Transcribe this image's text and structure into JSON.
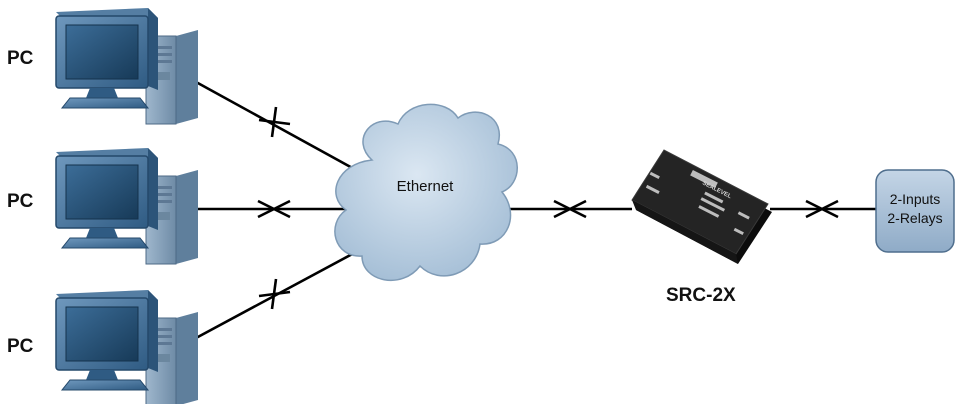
{
  "diagram": {
    "pc_labels": [
      "PC",
      "PC",
      "PC"
    ],
    "network_label": "Ethernet",
    "device_label": "SRC-2X",
    "io_lines": [
      "2-Inputs",
      "2-Relays"
    ],
    "device_brand_text": "SEALEVEL"
  },
  "colors": {
    "monitor_frame": "#3f6f9a",
    "monitor_screen": "#22496b",
    "tower": "#8aa4bd",
    "cloud_fill": "#bcd0e3",
    "io_box_fill": "#a9c0d6",
    "device_body": "#1e1e1e",
    "link_line": "#000000"
  }
}
